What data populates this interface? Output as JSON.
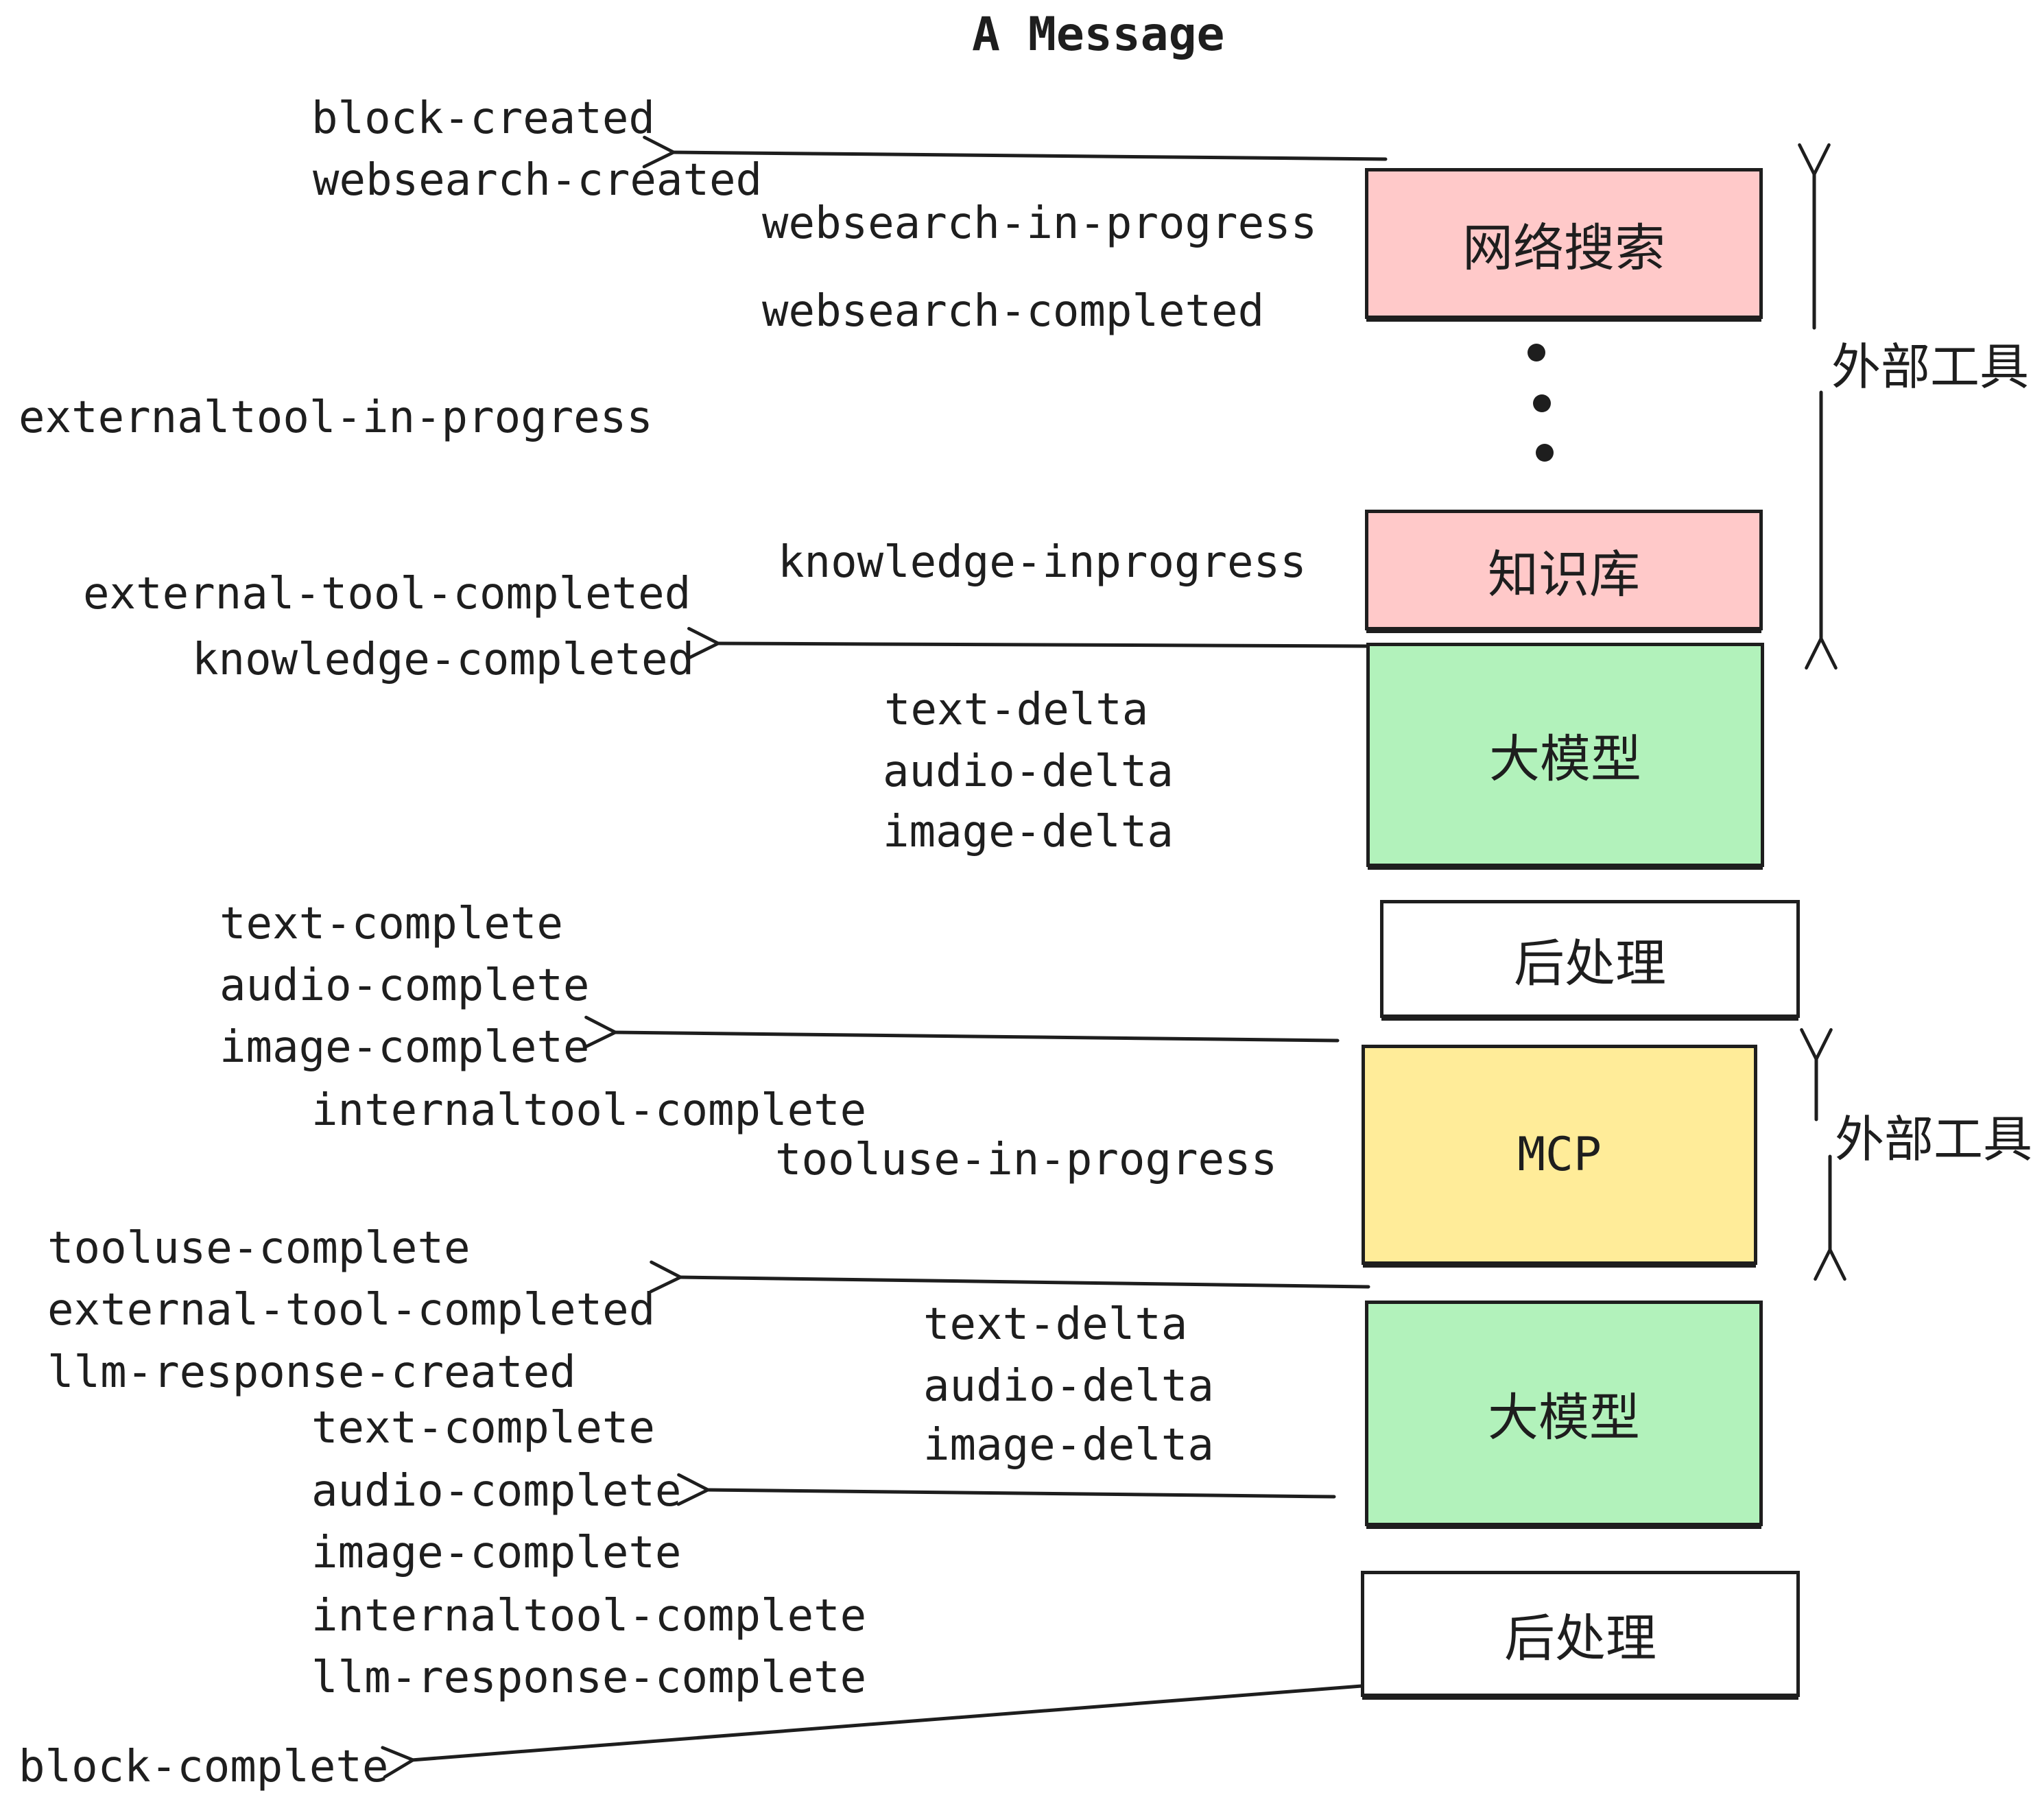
{
  "title": "A Message",
  "events": {
    "block_created": "block-created",
    "websearch_created": "websearch-created",
    "websearch_in_progress": "websearch-in-progress",
    "websearch_completed": "websearch-completed",
    "externaltool_in_progress": "externaltool-in-progress",
    "knowledge_inprogress": "knowledge-inprogress",
    "external_tool_completed": "external-tool-completed",
    "knowledge_completed": "knowledge-completed",
    "text_delta": "text-delta",
    "audio_delta": "audio-delta",
    "image_delta": "image-delta",
    "text_complete": "text-complete",
    "audio_complete": "audio-complete",
    "image_complete": "image-complete",
    "internaltool_complete": "internaltool-complete",
    "tooluse_in_progress": "tooluse-in-progress",
    "tooluse_complete": "tooluse-complete",
    "llm_response_created": "llm-response-created",
    "llm_response_complete": "llm-response-complete",
    "block_complete": "block-complete"
  },
  "nodes": {
    "websearch": {
      "label": "网络搜索",
      "color": "#FFC9C9"
    },
    "knowledge": {
      "label": "知识库",
      "color": "#FFC9C9"
    },
    "llm": {
      "label": "大模型",
      "color": "#B2F2BB"
    },
    "postprocess": {
      "label": "后处理",
      "color": "#FFFFFF"
    },
    "mcp": {
      "label": "MCP",
      "color": "#FFEC99"
    }
  },
  "annotations": {
    "external_tools": "外部工具"
  },
  "colors": {
    "stroke": "#1e1e1e",
    "background": "#FFFFFF"
  }
}
